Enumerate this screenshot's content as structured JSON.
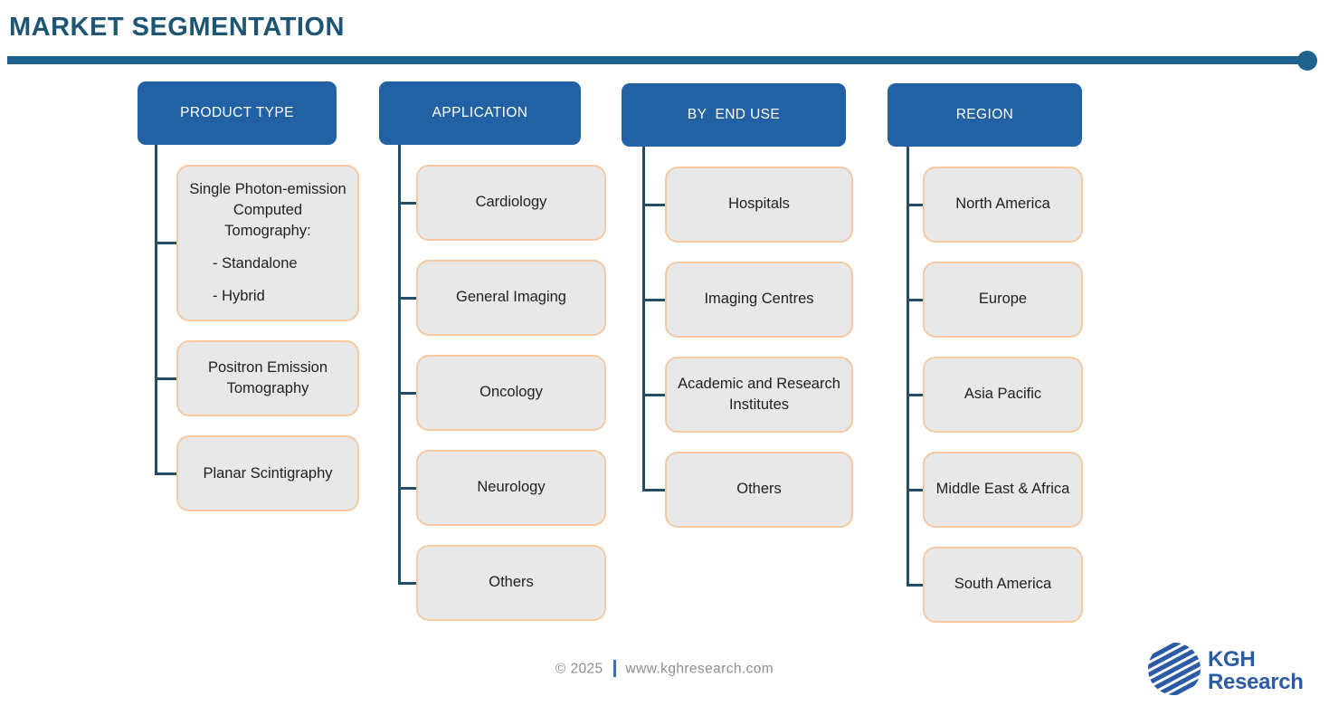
{
  "page": {
    "title": "MARKET SEGMENTATION"
  },
  "theme": {
    "header_blue": "#2262A4",
    "rule_blue": "#1F6290",
    "connector_teal": "#204F66",
    "title_teal": "#1C5674",
    "box_background": "#E8E8E8",
    "box_border_peach": "#F5C9A4",
    "logo_blue": "#2B5AA7",
    "footer_gray": "#8e8e8e"
  },
  "columns": [
    {
      "id": "product-type",
      "header": "PRODUCT TYPE",
      "items": [
        {
          "label": "Single Photon-emission Computed Tomography:",
          "sublabels": [
            "- Standalone",
            "- Hybrid"
          ]
        },
        {
          "label": "Positron Emission Tomography"
        },
        {
          "label": "Planar Scintigraphy"
        }
      ]
    },
    {
      "id": "application",
      "header": "APPLICATION",
      "items": [
        {
          "label": "Cardiology"
        },
        {
          "label": "General Imaging"
        },
        {
          "label": "Oncology"
        },
        {
          "label": "Neurology"
        },
        {
          "label": "Others"
        }
      ]
    },
    {
      "id": "end-use",
      "header": "BY  END USE",
      "items": [
        {
          "label": "Hospitals"
        },
        {
          "label": "Imaging Centres"
        },
        {
          "label": "Academic and Research Institutes"
        },
        {
          "label": "Others"
        }
      ]
    },
    {
      "id": "region",
      "header": "REGION",
      "items": [
        {
          "label": "North America"
        },
        {
          "label": "Europe"
        },
        {
          "label": "Asia Pacific"
        },
        {
          "label": "Middle East & Africa"
        },
        {
          "label": "South America"
        }
      ]
    }
  ],
  "footer": {
    "copyright": "© 2025",
    "website": "www.kghresearch.com"
  },
  "logo": {
    "line1": "KGH",
    "line2": "Research"
  }
}
